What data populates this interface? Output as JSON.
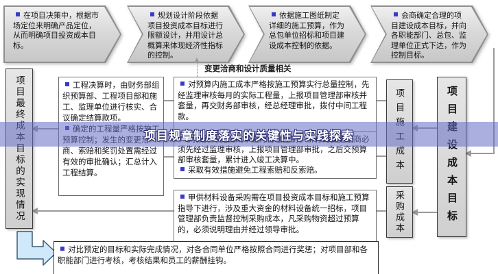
{
  "title_overlay": {
    "text": "项目规章制度落实的关键性与实践探索"
  },
  "top_flow": {
    "steps": [
      {
        "text": "在项目决策中，根据市场定位来明确产品定位，从而明确项目投资成本目标。"
      },
      {
        "text": "规划设计阶段依据项目投资成本目标进行限额设计，并用设计总概算来体现经济性指标的控制。"
      },
      {
        "text": "依据施工图纸制定详细的施工预算，作为总包单位招标和项目建设成本控制的依据。"
      },
      {
        "text": "会商确定合理的项目建设成本目标，并向各职能部门、总包、监理单位正式下达，作为控制目标。"
      }
    ]
  },
  "change_label": {
    "text": "变更洽商和设计质量相关"
  },
  "left_column": {
    "final_goal_box": "项目最终成本目标的实现情况"
  },
  "middle_left_box": {
    "items": [
      "工程决算时，由财务部组织预算部、工程项目部和施工、监理单位进行核实、合议确定结算款项。",
      "确定的工程量严格按施工预算控制；发生的变更洽商、索赔和奖罚处置需经过有效的审批确认；汇总计入工程结算。"
    ]
  },
  "budget_box": {
    "items": [
      "对预算内施工成本严格按施工预算实行总量控制，先经监理审核每月的实际工程量，上报项目管理部审核并套量，再交财务部审核，经总经理审批，拨付中间工程款。"
    ]
  },
  "outside_budget_box": {
    "items": [
      "对预算外施工成本进行合理控制，所有的变更洽商必须先经过监理审核，上报项目管理部审批，之后交预算部审核套量，累计进入竣工决算中。",
      "采取有效措施避免工程索赔和反索赔。"
    ]
  },
  "procurement_box": {
    "items": [
      "甲供材料设备采购需在项目投资成本目标和施工预算指导下进行，涉及重大资金的材料设备统一招标，项目管理部负责监督控制采购成本，凡采购物资超过预算的，必须说明理由并经过领导审批。"
    ]
  },
  "assessment_box": {
    "items": [
      "对比预定的目标和实际完成情况，对各合同单位严格按照合同进行奖惩；对项目部和各职能部门进行考核，考核结果和员工的薪酬挂钩。"
    ]
  },
  "right_column": {
    "construction_cost": "项目施工成本",
    "procurement_cost": "采购成本",
    "project_cost_goal": "项目建设成本目标"
  },
  "colors": {
    "bullet_accent": "#3a3ac8",
    "overlay_band": "#666ec4",
    "box_gray": "#d9d9d9",
    "connector_gray": "#9a9a9a",
    "elbow_arrow_fill": "#cfe9fa"
  }
}
